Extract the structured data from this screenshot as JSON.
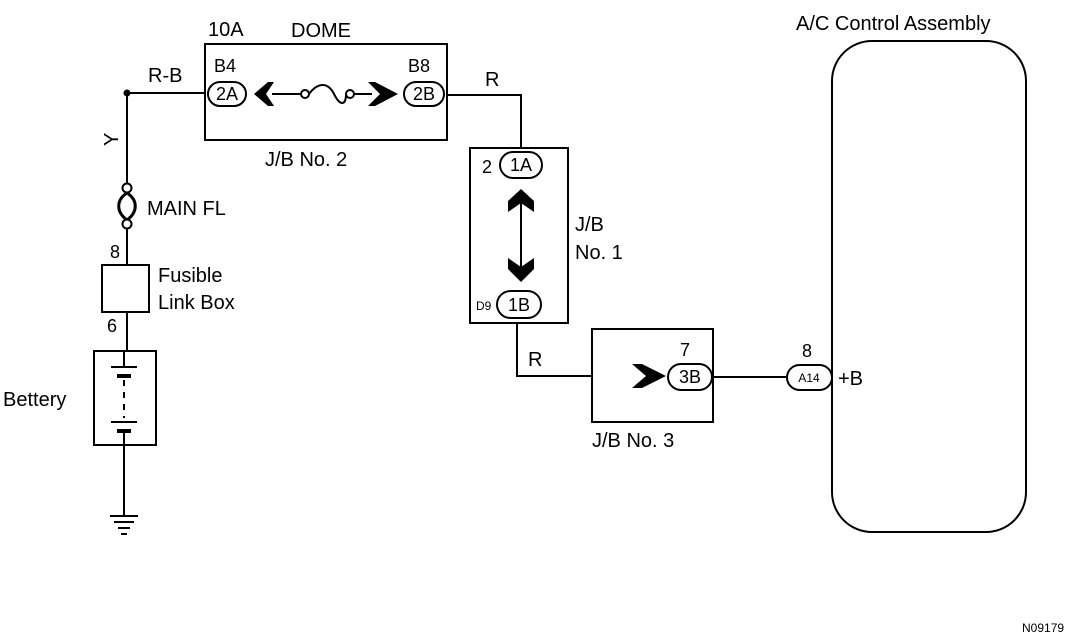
{
  "fuse": {
    "rating": "10A",
    "name": "DOME"
  },
  "wires": {
    "rb": "R-B",
    "y": "Y",
    "r1": "R",
    "r2": "R"
  },
  "jb2": {
    "label": "J/B No. 2",
    "pin_b4": "B4",
    "pin_b8": "B8",
    "conn_2a": "2A",
    "conn_2b": "2B"
  },
  "jb1": {
    "label_line1": "J/B",
    "label_line2": "No. 1",
    "pin_2": "2",
    "conn_1a": "1A",
    "pin_d9": "D9",
    "conn_1b": "1B"
  },
  "jb3": {
    "label": "J/B No. 3",
    "pin_7": "7",
    "conn_3b": "3B"
  },
  "main_fl": "MAIN FL",
  "fusible_link_box": {
    "line1": "Fusible",
    "line2": "Link Box",
    "pin_top": "8",
    "pin_bottom": "6"
  },
  "battery": "Bettery",
  "ac": {
    "title": "A/C Control Assembly",
    "pin_8": "8",
    "conn": "A14",
    "terminal": "+B"
  },
  "figure_id": "N09179"
}
